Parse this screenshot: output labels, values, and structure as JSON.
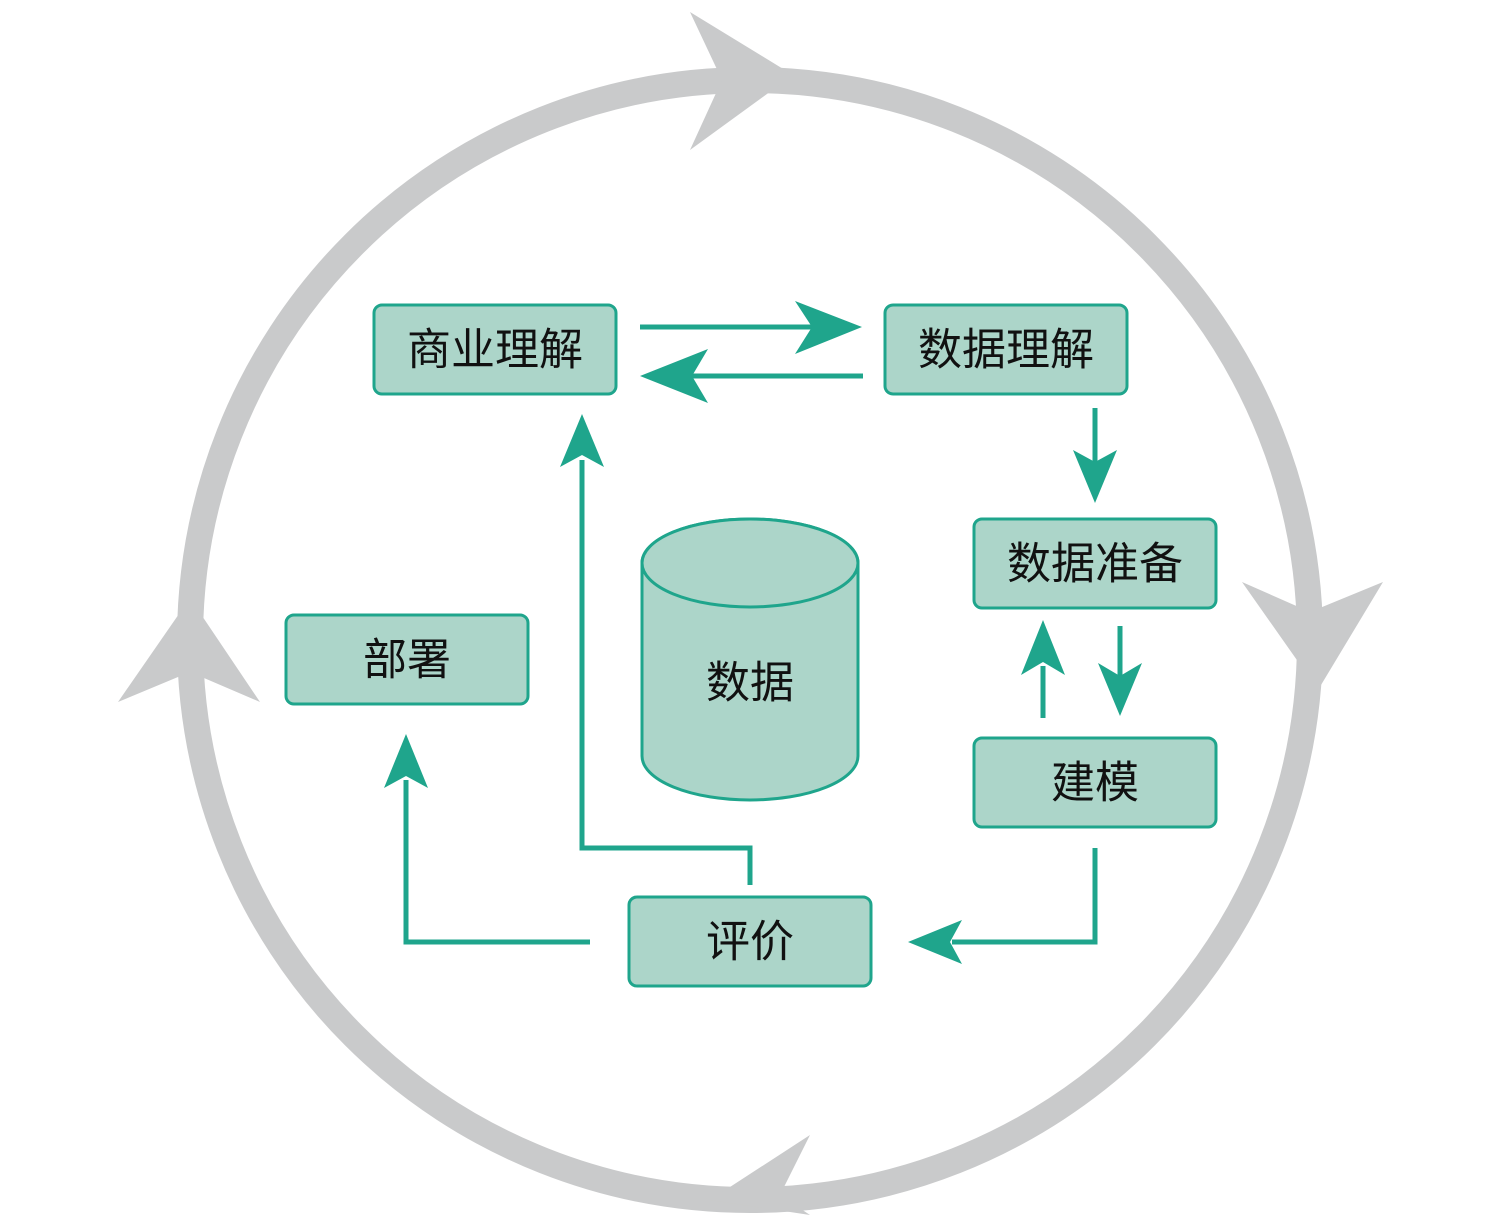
{
  "nodes": {
    "business_understanding": "商业理解",
    "data_understanding": "数据理解",
    "data_preparation": "数据准备",
    "modeling": "建模",
    "evaluation": "评价",
    "deployment": "部署",
    "data_store": "数据"
  },
  "colors": {
    "node_fill": "#acd5c9",
    "node_stroke": "#1fa58c",
    "arrow": "#1fa58c",
    "cycle_ring": "#c9cacb"
  }
}
